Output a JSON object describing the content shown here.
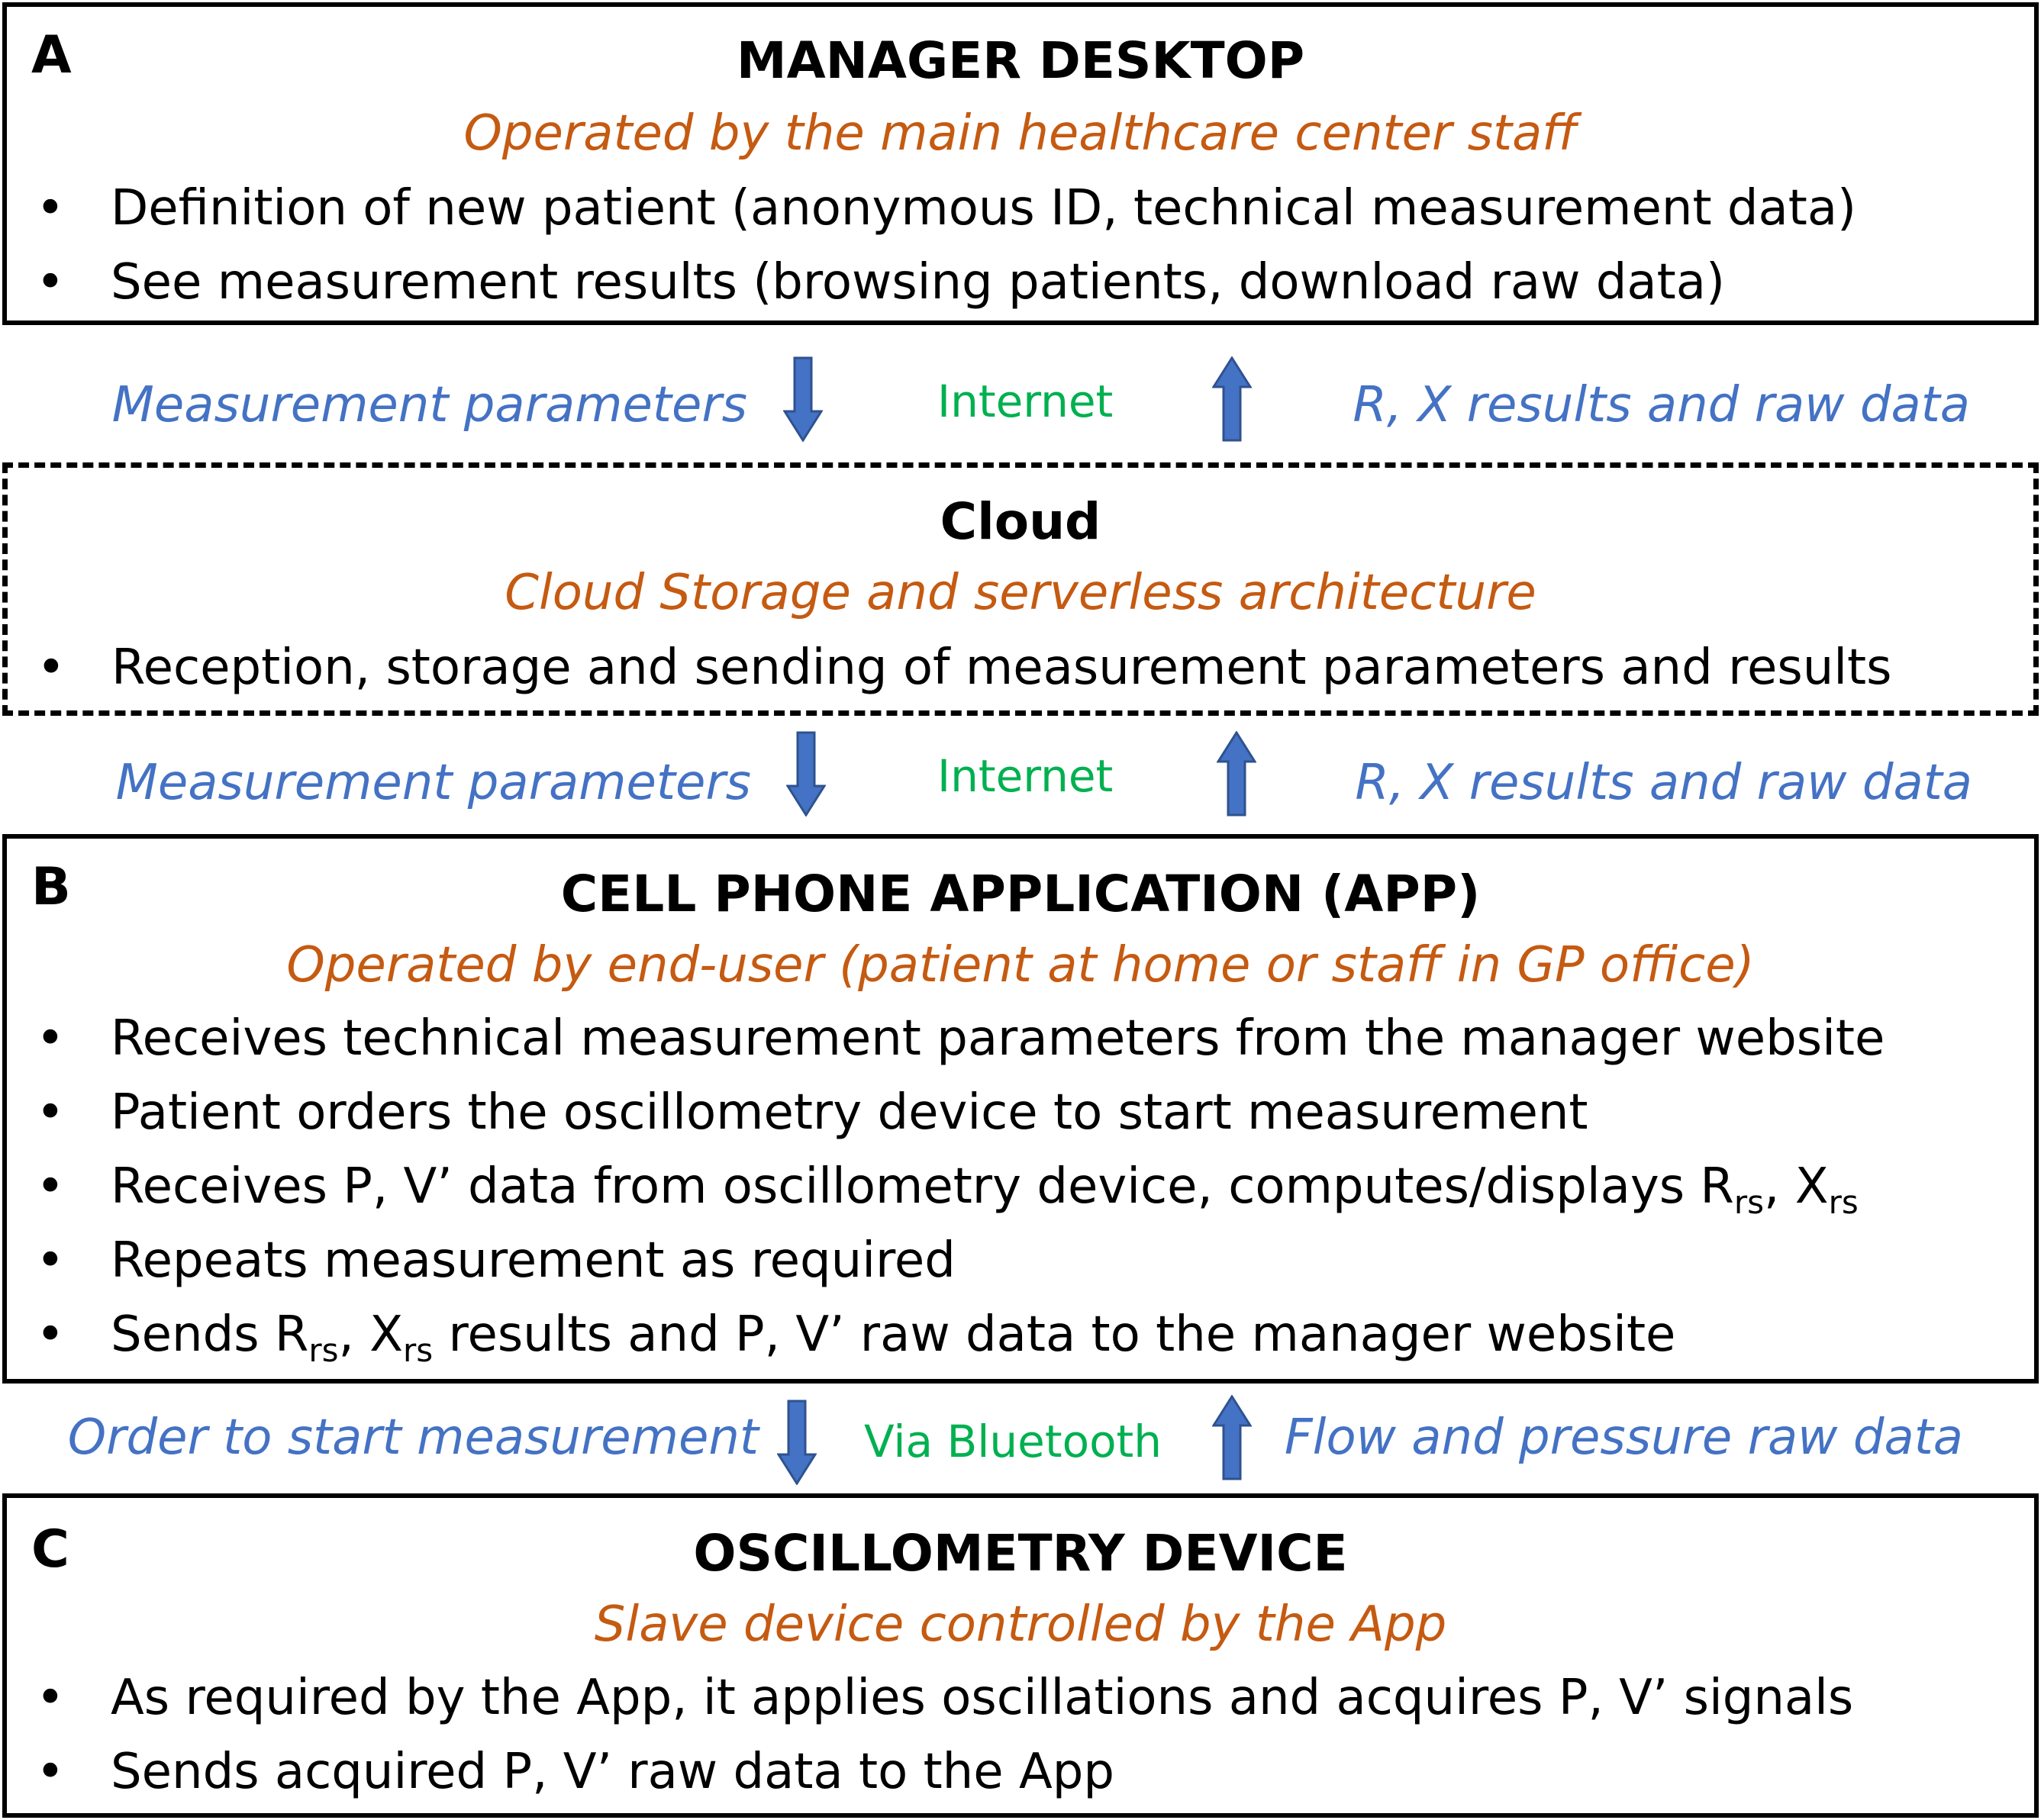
{
  "colors": {
    "title": "#000000",
    "subtitle": "#C55A11",
    "link_label": "#4472C4",
    "channel_label": "#00B050",
    "arrow_fill": "#4472C4",
    "arrow_stroke": "#2F528F"
  },
  "box_a": {
    "letter": "A",
    "title": "MANAGER DESKTOP",
    "subtitle": "Operated by the main healthcare center staff",
    "bullets": [
      "Definition of new patient (anonymous ID, technical measurement data)",
      "See measurement results (browsing patients, download raw data)"
    ]
  },
  "link_a_cloud": {
    "down_label": "Measurement parameters",
    "channel": "Internet",
    "up_label": "R, X results and raw data",
    "down_icon": "arrow-down-icon",
    "up_icon": "arrow-up-icon"
  },
  "box_cloud": {
    "title": "Cloud",
    "subtitle": "Cloud Storage and serverless architecture",
    "bullets": [
      "Reception, storage and sending of measurement parameters and results"
    ]
  },
  "link_cloud_b": {
    "down_label": "Measurement parameters",
    "channel": "Internet",
    "up_label": "R, X results and raw data",
    "down_icon": "arrow-down-icon",
    "up_icon": "arrow-up-icon"
  },
  "box_b": {
    "letter": "B",
    "title": "CELL PHONE APPLICATION (APP)",
    "subtitle": "Operated by end-user (patient at home or staff in GP office)",
    "bullets": [
      "Receives technical measurement parameters from the manager website",
      "Patient  orders the oscillometry device to start measurement",
      {
        "prefix": "Receives P, V’ data from oscillometry device, computes/displays R",
        "sub1": "rs",
        "mid": ", X",
        "sub2": "rs",
        "suffix": ""
      },
      "Repeats measurement as required",
      {
        "prefix": "Sends R",
        "sub1": "rs",
        "mid": ", X",
        "sub2": "rs",
        "suffix": " results and P, V’ raw data to the manager website"
      }
    ]
  },
  "link_b_c": {
    "down_label": "Order to start measurement",
    "channel": "Via Bluetooth",
    "up_label": "Flow and pressure raw data",
    "down_icon": "arrow-down-icon",
    "up_icon": "arrow-up-icon"
  },
  "box_c": {
    "letter": "C",
    "title": "OSCILLOMETRY DEVICE",
    "subtitle": "Slave device controlled by the App",
    "bullets": [
      "As required by the App, it applies oscillations and acquires P, V’ signals",
      "Sends acquired P, V’ raw data to the App"
    ]
  }
}
